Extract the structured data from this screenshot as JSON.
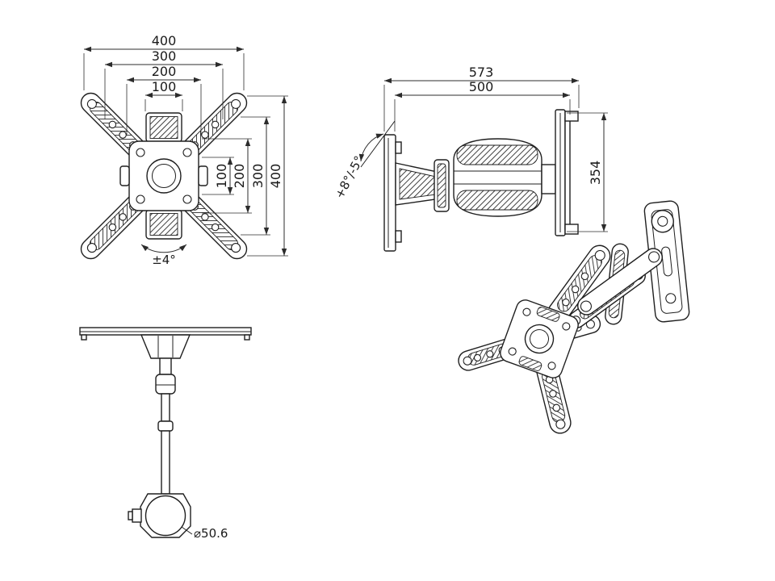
{
  "front_view": {
    "dim_h_400": "400",
    "dim_h_300": "300",
    "dim_h_200": "200",
    "dim_h_100": "100",
    "dim_v_100": "100",
    "dim_v_200": "200",
    "dim_v_300": "300",
    "dim_v_400": "400",
    "rotation_label": "±4°"
  },
  "side_view": {
    "dim_depth_total": "573",
    "dim_depth_extension": "500",
    "dim_height": "354",
    "tilt_label": "+8°/-5°"
  },
  "top_view": {
    "diameter_label": "⌀50.6"
  }
}
